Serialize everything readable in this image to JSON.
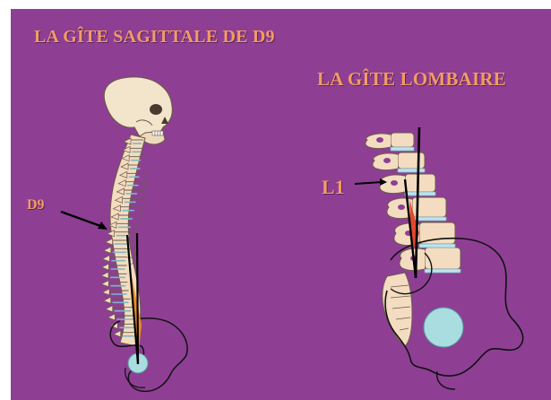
{
  "titles": {
    "left": "LA GÎTE SAGITTALE DE D9",
    "right": "LA GÎTE LOMBAIRE"
  },
  "labels": {
    "d9": "D9",
    "l1": "L1"
  },
  "colors": {
    "background": "#8e3f94",
    "title_text": "#f29c63",
    "bone": "#f3dcc0",
    "bone_outline": "#6b5a48",
    "disc": "#bfe3ec",
    "plumb_line": "#000000",
    "wedge_left": "#f08a2a",
    "wedge_right": "#e2482c",
    "pelvis_outline": "#111111",
    "femoral_head": "#a9dde0"
  },
  "icons": {
    "skeleton_left": "skull-spine-pelvis-illustration",
    "spine_right": "lumbar-spine-pelvis-illustration"
  }
}
